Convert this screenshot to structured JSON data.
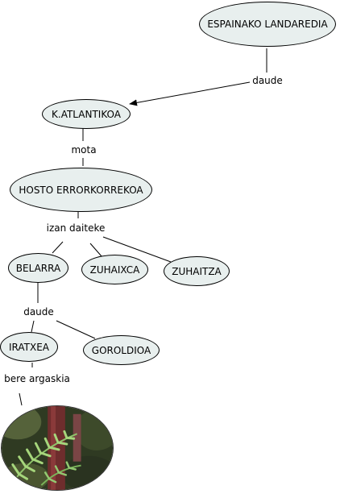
{
  "diagram": {
    "nodes": {
      "espainako": "ESPAINAKO LANDAREDIA",
      "katlantikoa": "K.ATLANTIKOA",
      "hosto": "HOSTO ERRORKORREKOA",
      "belarra": "BELARRA",
      "zuhaixca": "ZUHAIXCA",
      "zuhaitza": "ZUHAITZA",
      "iratxea": "IRATXEA",
      "goroldioa": "GOROLDIOA"
    },
    "links": {
      "daude_1": "daude",
      "mota": "mota",
      "izan_daiteke": "izan daiteke",
      "daude_2": "daude",
      "bere_argaskia": "bere argaskia"
    },
    "image": {
      "subject": "fern photo"
    },
    "colors": {
      "node_fill": "#e8efee",
      "line": "#000000"
    }
  }
}
